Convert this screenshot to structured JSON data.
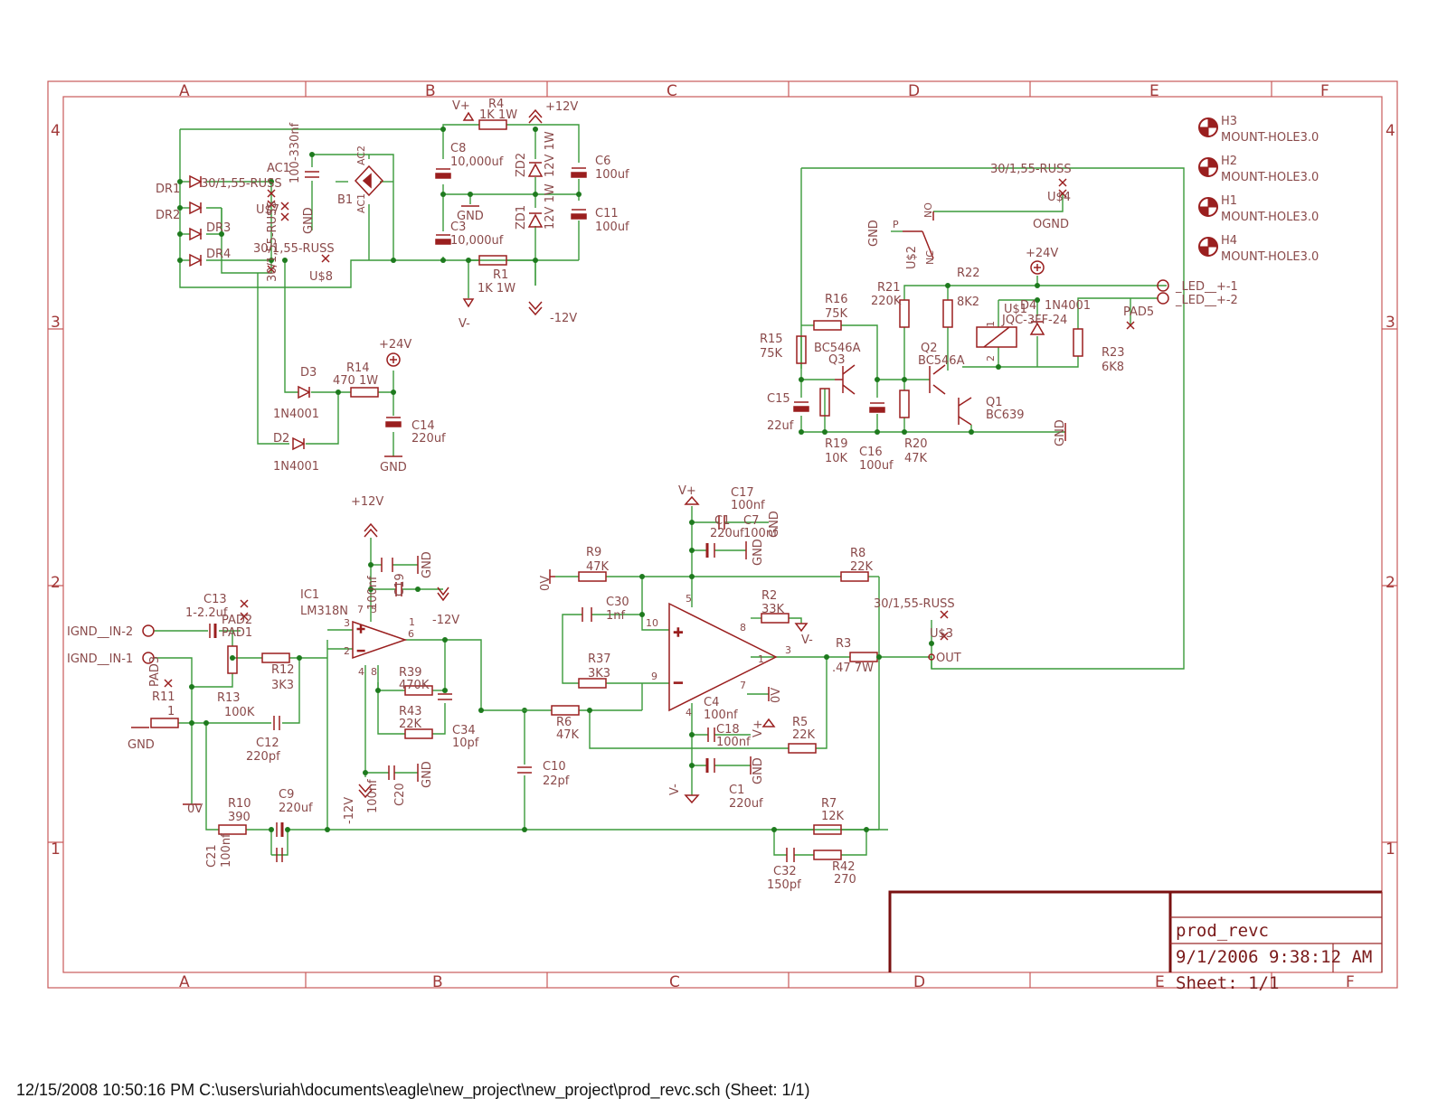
{
  "frame": {
    "columns": [
      "A",
      "B",
      "C",
      "D",
      "E",
      "F"
    ],
    "rows": [
      "4",
      "3",
      "2",
      "1"
    ]
  },
  "title_block": {
    "name": "prod_revc",
    "date": "9/1/2006 9:38:12 AM",
    "sheet": "Sheet: 1/1"
  },
  "footer": "12/15/2008 10:50:16 PM  C:\\users\\uriah\\documents\\eagle\\new_project\\new_project\\prod_revc.sch (Sheet: 1/1)",
  "mount_holes": [
    {
      "ref": "H3",
      "value": "MOUNT-HOLE3.0"
    },
    {
      "ref": "H2",
      "value": "MOUNT-HOLE3.0"
    },
    {
      "ref": "H1",
      "value": "MOUNT-HOLE3.0"
    },
    {
      "ref": "H4",
      "value": "MOUNT-HOLE3.0"
    }
  ],
  "power_section": {
    "v_plus": "V+",
    "r4": "R4",
    "r4_val": "1K 1W",
    "plus12": "+12V",
    "c8": "C8",
    "c8_val": "10,000uf",
    "zd2": "ZD2",
    "zd2_val": "12V 1W",
    "c6": "C6",
    "c6_val": "100uf",
    "ac1": "AC1",
    "c_100_330": "100-330nf",
    "ac2": "AC2",
    "b1": "B1",
    "ac1_pin": "AC1",
    "conn_30": "30/1,55-RUSS",
    "dr1": "DR1",
    "dr2": "DR2",
    "dr3": "DR3",
    "dr4": "DR4",
    "gnd": "GND",
    "c11": "C11",
    "c11_val": "100uf",
    "zd1": "ZD1",
    "zd1_val": "12V 1W",
    "c3": "C3",
    "c3_val": "10,000uf",
    "us7": "U$7",
    "gnd2": "GND",
    "us8": "U$8",
    "conn_30b": "30/1,55-RUSS",
    "r1": "R1",
    "r1_val": "1K 1W",
    "v_minus": "V-",
    "minus12": "-12V",
    "conn_30c": "30/1,55-RUSS",
    "d3": "D3",
    "d3_val": "1N4001",
    "r14": "R14",
    "r14_val": "470 1W",
    "plus24": "+24V",
    "c14": "C14",
    "c14_val": "220uf",
    "gnd3": "GND",
    "d2": "D2",
    "d2_val": "1N4001"
  },
  "relay_section": {
    "conn": "30/1,55-RUSS",
    "us4": "U$4",
    "ognd": "OGND",
    "gnd": "GND",
    "p": "P",
    "no": "NO",
    "nc": "NC",
    "us2": "U$2",
    "plus24": "+24V",
    "r22": "R22",
    "r22_val": "8K2",
    "r21": "R21",
    "r21_val": "220K",
    "led1": "_LED__+-1",
    "led2": "_LED__+-2",
    "pad5": "PAD5",
    "d4": "D4",
    "d4_val": "1N4001",
    "relay": "U$1",
    "relay_val": "JQC-3FF-24",
    "r16": "R16",
    "r16_val": "75K",
    "r15": "R15",
    "r15_val": "75K",
    "q3": "Q3",
    "q3_val": "BC546A",
    "q2": "Q2",
    "q2_val": "BC546A",
    "r23": "R23",
    "r23_val": "6K8",
    "c15": "C15",
    "c15_val": "22uf",
    "q1": "Q1",
    "q1_val": "BC639",
    "gnd2": "GND",
    "r19": "R19",
    "r19_val": "10K",
    "c16": "C16",
    "c16_val": "100uf",
    "r20": "R20",
    "r20_val": "47K",
    "coil1": "1",
    "coil2": "2"
  },
  "input_section": {
    "in2": "IGND__IN-2",
    "in1": "IGND__IN-1",
    "c13": "C13",
    "c13_val": "1-2.2uf",
    "pad2": "PAD2",
    "pad1": "PAD1",
    "pad3": "PAD3",
    "r11": "R11",
    "r11_val": "1",
    "gnd": "GND",
    "r13": "R13",
    "r13_val": "100K",
    "r12": "R12",
    "r12_val": "3K3",
    "c12": "C12",
    "c12_val": "220pf",
    "zero_v": "0V",
    "r10": "R10",
    "r10_val": "390",
    "c9": "C9",
    "c9_val": "220uf",
    "c21": "C21",
    "c21_val": "100nf"
  },
  "opamp1": {
    "plus12": "+12V",
    "ic1": "IC1",
    "ic1_val": "LM318N",
    "c_100nf": "100nf",
    "c19": "C19",
    "gnd": "GND",
    "minus12": "-12V",
    "r39": "R39",
    "r39_val": "470K",
    "r43": "R43",
    "r43_val": "22K",
    "c34": "C34",
    "c34_val": "10pf",
    "c20": "C20",
    "c20_val": "100nf",
    "gnd2": "GND",
    "minus12b": "-12V",
    "pins": [
      "7",
      "5",
      "1",
      "3",
      "2",
      "6",
      "4",
      "8"
    ]
  },
  "opamp2": {
    "v_plus": "V+",
    "c17": "C17",
    "c17_val": "100nf",
    "c1x": "C1",
    "c1x_val": "220uf",
    "c7": "C7",
    "c7_val": "100nf",
    "gnd": "GND",
    "gnd2": "GND",
    "r9": "R9",
    "r9_val": "47K",
    "zero_v": "0V",
    "r8": "R8",
    "r8_val": "22K",
    "c30": "C30",
    "c30_val": "1nf",
    "r2": "R2",
    "r2_val": "33K",
    "v_minus": "V-",
    "conn": "30/1,55-RUSS",
    "us3": "U$3",
    "out": "OUT",
    "r37": "R37",
    "r37_val": "3K3",
    "r3": "R3",
    "r3_val": ".47 7W",
    "r6": "R6",
    "r6_val": "47K",
    "c4": "C4",
    "c4_val": "100nf",
    "c18": "C18",
    "c18_val": "100nf",
    "r5": "R5",
    "r5_val": "22K",
    "c10": "C10",
    "c10_val": "22pf",
    "c1": "C1",
    "c1_val": "220uf",
    "v_minus2": "V-",
    "gnd3": "GND",
    "r7": "R7",
    "r7_val": "12K",
    "c32": "C32",
    "c32_val": "150pf",
    "r42": "R42",
    "r42_val": "270",
    "v_plus2": "V+",
    "zero_v2": "0V",
    "pins": [
      "5",
      "10",
      "9",
      "4",
      "8",
      "3",
      "1",
      "7"
    ]
  }
}
